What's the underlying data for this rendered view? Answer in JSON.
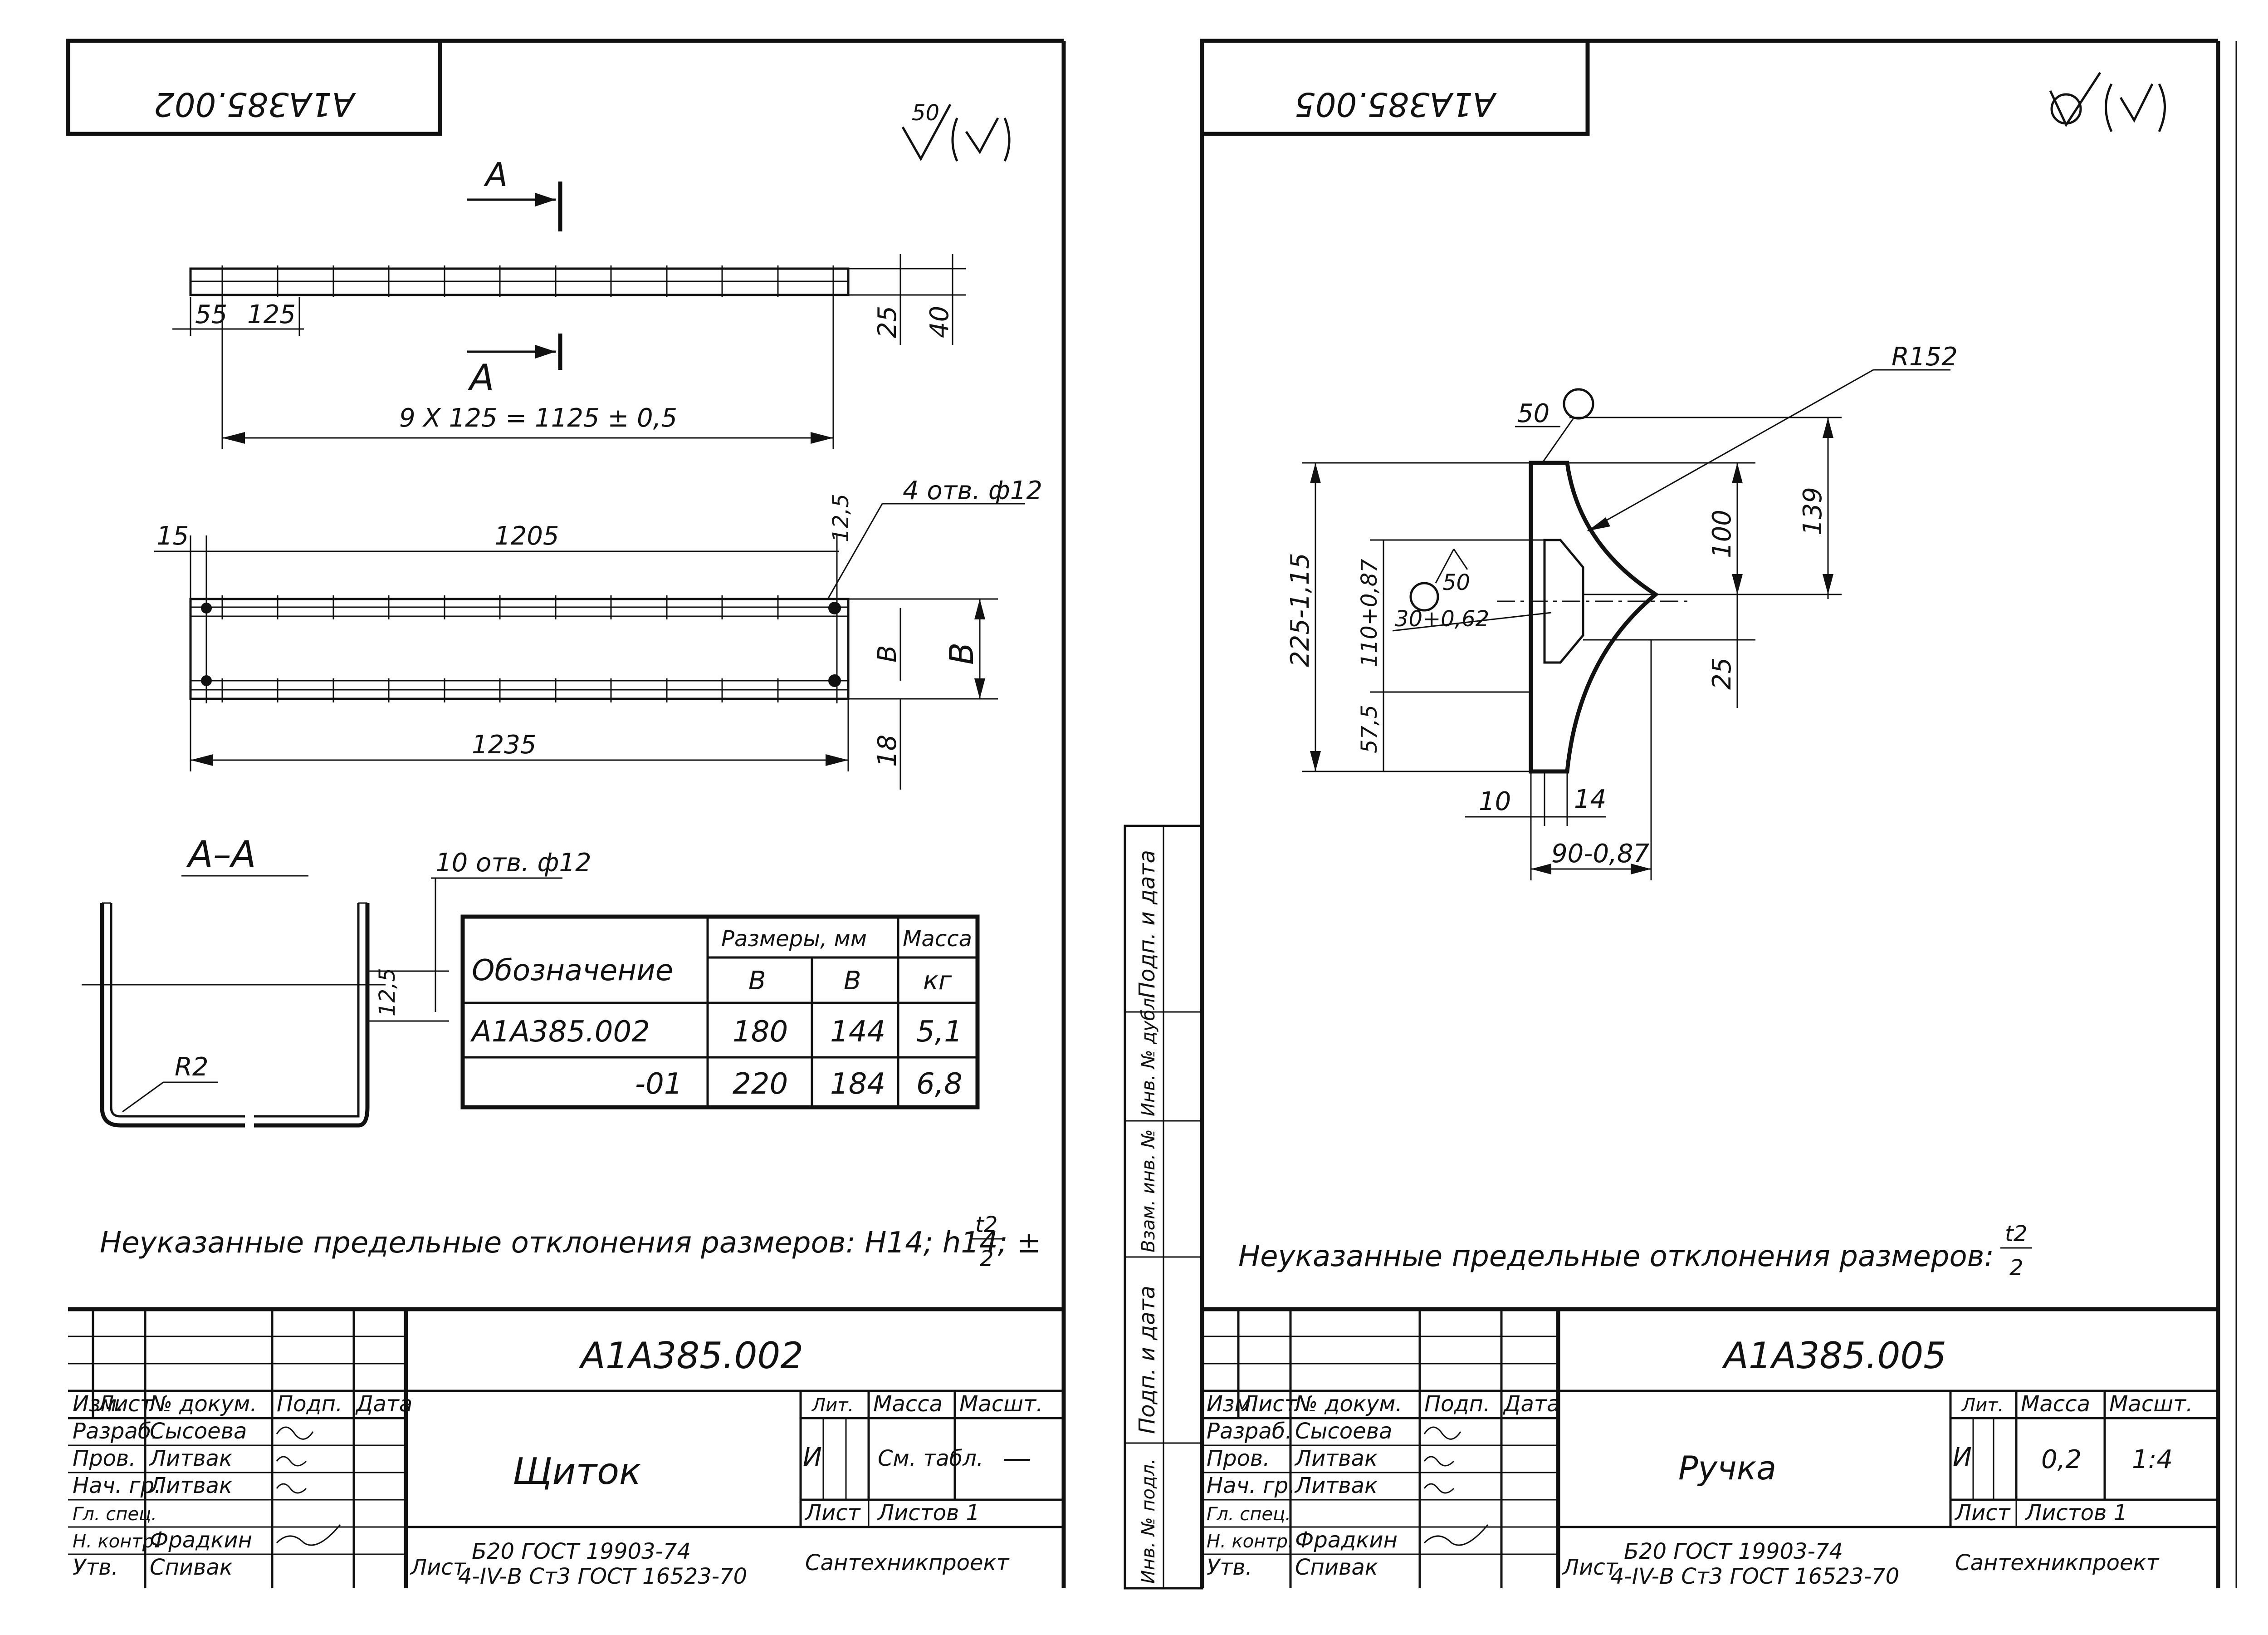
{
  "left_sheet": {
    "corner_code": "А1А385.002",
    "roughness": "50",
    "section_label": "А",
    "section_title": "А–А",
    "dims": {
      "d55": "55",
      "d125": "125",
      "d25": "25",
      "d40": "40",
      "pitch": "9 Х 125 = 1125 ± 0,5",
      "d15": "15",
      "d1205": "1205",
      "d12_5": "12,5",
      "holes_4": "4 отв. ф12",
      "dB": "В",
      "dB_cap": "В",
      "d18": "18",
      "d1235": "1235",
      "holes_10": "10 отв. ф12",
      "d12_5b": "12,5",
      "radius": "R2"
    },
    "table": {
      "col_designation": "Обозначение",
      "col_sizes": "Размеры, мм",
      "col_mass": "Масса",
      "col_b_cap": "В",
      "col_b": "В",
      "col_mass_unit": "кг",
      "rows": [
        {
          "designation": "А1А385.002",
          "B_cap": "180",
          "B": "144",
          "mass": "5,1"
        },
        {
          "designation": "-01",
          "B_cap": "220",
          "B": "184",
          "mass": "6,8"
        }
      ]
    },
    "note": "Неуказанные предельные отклонения размеров: Н14; h14; ±",
    "note_fraction": {
      "num": "t2",
      "den": "2"
    },
    "title_block": {
      "code": "А1А385.002",
      "name": "Щиток",
      "lit_header": "Лит.",
      "mass_header": "Масса",
      "scale_header": "Масшт.",
      "lit_value": "И",
      "mass_value": "См. табл.",
      "scale_value": "—",
      "sheet_label": "Лист",
      "sheets_label": "Листов 1",
      "list_label": "Лист",
      "material_top": "Б20 ГОСТ 19903-74",
      "material_bottom": "4-IV-В Ст3 ГОСТ 16523-70",
      "org": "Сантехникпроект",
      "header_cols": [
        "Изм.",
        "Лист",
        "№ докум.",
        "Подп.",
        "Дата"
      ],
      "roles": [
        {
          "role": "Разраб.",
          "name": "Сысоева"
        },
        {
          "role": "Пров.",
          "name": "Литвак"
        },
        {
          "role": "Нач. гр.",
          "name": "Литвак"
        },
        {
          "role": "Гл. спец.",
          "name": ""
        },
        {
          "role": "Н. контр.",
          "name": "Фрадкин"
        },
        {
          "role": "Утв.",
          "name": "Спивак"
        }
      ]
    }
  },
  "right_sheet": {
    "corner_code": "А1А385.005",
    "dims": {
      "r152": "R152",
      "d50_top": "50",
      "d139": "139",
      "d100": "100",
      "d225": "225-1,15",
      "d110": "110+0,87",
      "d50_mid": "50",
      "d30": "30+0,62",
      "d25": "25",
      "d57": "57,5",
      "d10": "10",
      "d14": "14",
      "d90": "90-0,87"
    },
    "note": "Неуказанные предельные отклонения размеров:",
    "note_fraction": {
      "num": "t2",
      "den": "2"
    },
    "side_stamp": [
      "Подп. и дата",
      "Инв. № дубл.",
      "Взам. инв. №",
      "Подп. и дата",
      "Инв. № подл."
    ],
    "title_block": {
      "code": "А1А385.005",
      "name": "Ручка",
      "lit_header": "Лит.",
      "mass_header": "Масса",
      "scale_header": "Масшт.",
      "lit_value": "И",
      "mass_value": "0,2",
      "scale_value": "1:4",
      "sheet_label": "Лист",
      "sheets_label": "Листов 1",
      "list_label": "Лист",
      "material_top": "Б20 ГОСТ 19903-74",
      "material_bottom": "4-IV-В Ст3 ГОСТ 16523-70",
      "org": "Сантехникпроект",
      "header_cols": [
        "Изм.",
        "Лист",
        "№ докум.",
        "Подп.",
        "Дата"
      ],
      "roles": [
        {
          "role": "Разраб.",
          "name": "Сысоева"
        },
        {
          "role": "Пров.",
          "name": "Литвак"
        },
        {
          "role": "Нач. гр.",
          "name": "Литвак"
        },
        {
          "role": "Гл. спец.",
          "name": ""
        },
        {
          "role": "Н. контр.",
          "name": "Фрадкин"
        },
        {
          "role": "Утв.",
          "name": "Спивак"
        }
      ]
    }
  }
}
